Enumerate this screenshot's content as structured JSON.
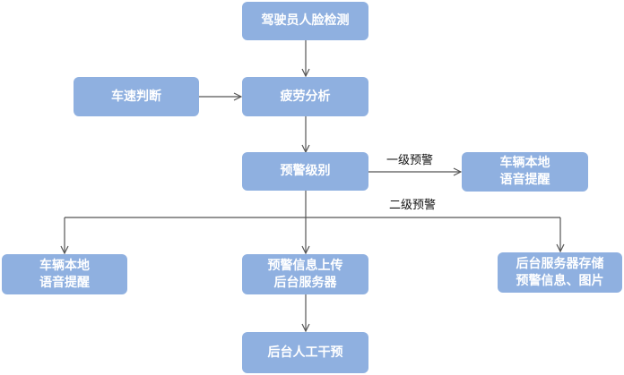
{
  "colors": {
    "node_fill": "#8fb0e0",
    "node_text": "#ffffff",
    "line": "#555555",
    "label_text": "#111111"
  },
  "nodes": {
    "face_detection": {
      "text": "驾驶员人脸检测"
    },
    "speed_judgment": {
      "text": "车速判断"
    },
    "fatigue_analysis": {
      "text": "疲劳分析"
    },
    "warning_level": {
      "text": "预警级别"
    },
    "local_voice_right": {
      "line1": "车辆本地",
      "line2": "语音提醒"
    },
    "local_voice_left": {
      "line1": "车辆本地",
      "line2": "语音提醒"
    },
    "upload_server": {
      "line1": "预警信息上传",
      "line2": "后台服务器"
    },
    "server_storage": {
      "line1": "后台服务器存储",
      "line2": "预警信息、图片"
    },
    "manual_intervention": {
      "text": "后台人工干预"
    }
  },
  "edge_labels": {
    "level_one": "一级预警",
    "level_two": "二级预警"
  }
}
